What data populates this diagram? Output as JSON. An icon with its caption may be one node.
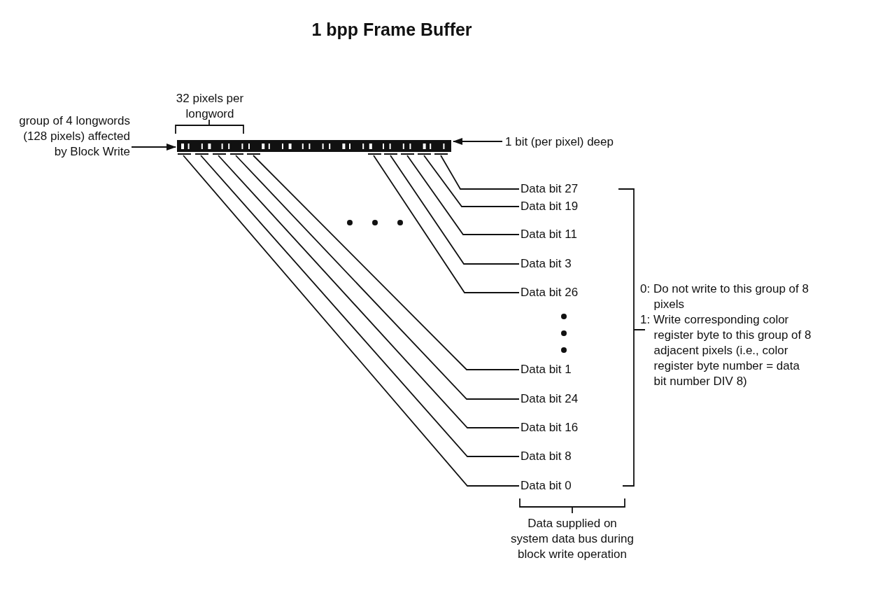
{
  "diagram": {
    "title": "1 bpp Frame Buffer",
    "nodes": [
      {
        "text": [],
        "shape": "bar"
      },
      {
        "text": [
          "group of 4 longwords (128 pixels) affected by Block Write"
        ]
      },
      {
        "text": [
          "1 bit (per pixel) deep"
        ]
      },
      {
        "text": [
          "Data bit 27"
        ]
      },
      {
        "text": [
          "Data bit 19"
        ]
      },
      {
        "text": [
          "Data bit 11"
        ]
      },
      {
        "text": [
          "Data bit 3"
        ]
      },
      {
        "text": [
          "Data bit 26"
        ]
      },
      {
        "text": [
          "Data bit 1"
        ]
      },
      {
        "text": [
          "Data bit 24"
        ]
      },
      {
        "text": [
          "Data bit 16"
        ]
      },
      {
        "text": [
          "Data bit 8"
        ]
      },
      {
        "text": [
          "Data bit 0"
        ]
      }
    ],
    "edges": [
      {
        "from": 1,
        "to": 0,
        "arrow": "to"
      },
      {
        "from": 2,
        "to": 0,
        "arrow": "to"
      },
      {
        "from": 0,
        "to": 3,
        "arrow": "none"
      },
      {
        "from": 0,
        "to": 4,
        "arrow": "none"
      },
      {
        "from": 0,
        "to": 5,
        "arrow": "none"
      },
      {
        "from": 0,
        "to": 6,
        "arrow": "none"
      },
      {
        "from": 0,
        "to": 7,
        "arrow": "none"
      },
      {
        "from": 0,
        "to": 8,
        "arrow": "none"
      },
      {
        "from": 0,
        "to": 9,
        "arrow": "none"
      },
      {
        "from": 0,
        "to": 10,
        "arrow": "none"
      },
      {
        "from": 0,
        "to": 11,
        "arrow": "none"
      },
      {
        "from": 0,
        "to": 12,
        "arrow": "none"
      }
    ],
    "labels": [
      "32 pixels per longword",
      "0: Do not write to this group of 8 pixels",
      "1: Write corresponding color register byte to this group of 8 adjacent pixels (i.e., color register byte number = data bit number DIV 8)",
      "Data supplied on system data bus during block write operation"
    ]
  }
}
